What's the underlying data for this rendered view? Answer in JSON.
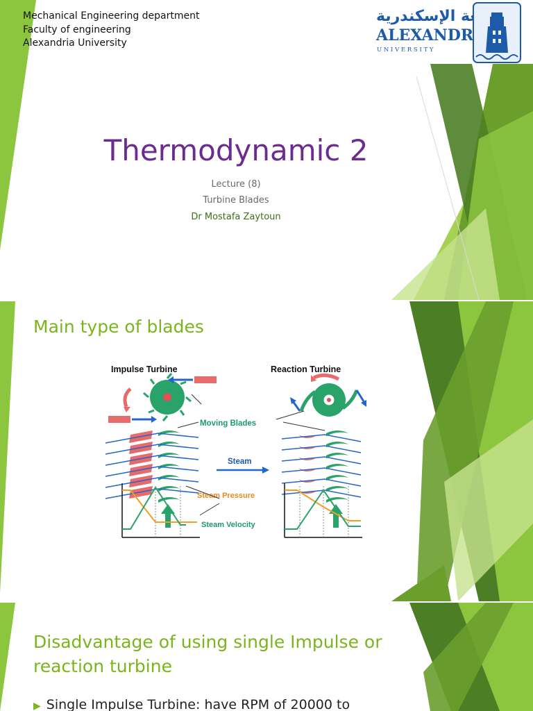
{
  "slides": [
    {
      "header_lines": [
        "Mechanical Engineering department",
        "Faculty of engineering",
        "Alexandria University"
      ],
      "logo": {
        "arabic": "جامعة الإسكندرية",
        "name": "ALEXANDRIA",
        "subname": "U N I V E R S I T Y"
      },
      "title": "Thermodynamic 2",
      "lecture": "Lecture (8)",
      "topic": "Turbine Blades",
      "author": "Dr Mostafa Zaytoun"
    },
    {
      "title": "Main type of blades",
      "diagram": {
        "impulse_label": "Impulse Turbine",
        "reaction_label": "Reaction Turbine",
        "moving_blades": "Moving Blades",
        "steam": "Steam",
        "steam_pressure": "Steam Pressure",
        "steam_velocity": "Steam Velocity"
      }
    },
    {
      "title_lines": [
        "Disadvantage of using single Impulse or",
        "reaction turbine"
      ],
      "bullet": "Single Impulse Turbine: have RPM of 20000 to"
    }
  ],
  "colors": {
    "title_purple": "#6c2b8f",
    "heading_green": "#7ab51d",
    "logo_blue": "#1d5aa8"
  }
}
